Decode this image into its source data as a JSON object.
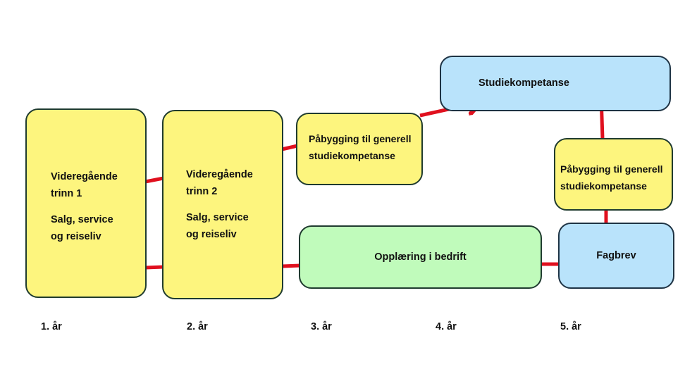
{
  "boxes": {
    "trinn1": {
      "line1": "Videregående",
      "line2": "trinn 1",
      "line3": "Salg, service",
      "line4": "og reiseliv"
    },
    "trinn2": {
      "line1": "Videregående",
      "line2": "trinn 2",
      "line3": "Salg, service",
      "line4": "og reiseliv"
    },
    "pabygging_top": {
      "line1": "Påbygging til generell",
      "line2": "studiekompetanse"
    },
    "studiekompetanse": {
      "label": "Studiekompetanse"
    },
    "opplaering": {
      "label": "Opplæring i bedrift"
    },
    "pabygging_right": {
      "line1": "Påbygging til generell",
      "line2": "studiekompetanse"
    },
    "fagbrev": {
      "label": "Fagbrev"
    }
  },
  "years": [
    "1. år",
    "2. år",
    "3. år",
    "4. år",
    "5. år"
  ],
  "colors": {
    "arrow": "#e0101e",
    "yellow": "#fdf57e",
    "blue": "#b9e3fb",
    "green": "#c0fbbb"
  }
}
